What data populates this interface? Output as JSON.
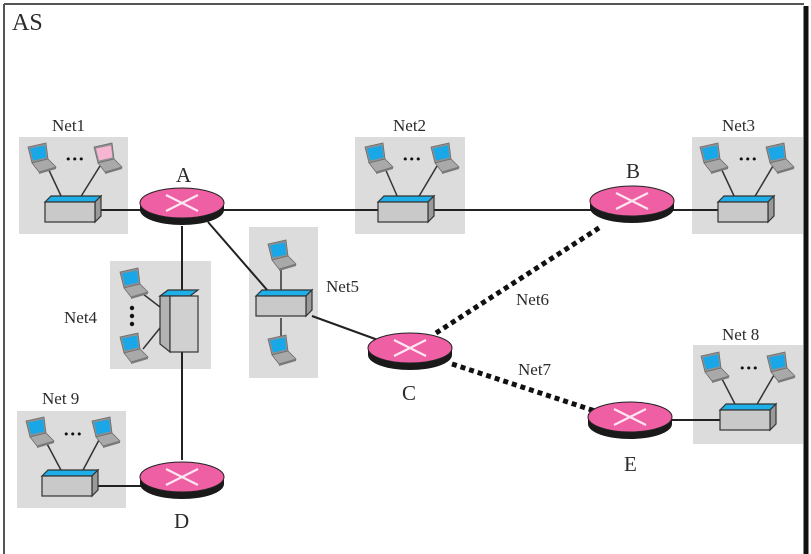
{
  "diagram": {
    "title": "AS",
    "routers": [
      {
        "id": "A",
        "label": "A"
      },
      {
        "id": "B",
        "label": "B"
      },
      {
        "id": "C",
        "label": "C"
      },
      {
        "id": "D",
        "label": "D"
      },
      {
        "id": "E",
        "label": "E"
      }
    ],
    "networks": [
      {
        "id": "net1",
        "label": "Net1",
        "type": "LAN",
        "hosts_shown": 2,
        "ellipsis": "•••"
      },
      {
        "id": "net2",
        "label": "Net2",
        "type": "LAN",
        "hosts_shown": 2,
        "ellipsis": "•••"
      },
      {
        "id": "net3",
        "label": "Net3",
        "type": "LAN",
        "hosts_shown": 2,
        "ellipsis": "•••"
      },
      {
        "id": "net4",
        "label": "Net4",
        "type": "LAN",
        "hosts_shown": 2,
        "ellipsis": "⋮"
      },
      {
        "id": "net5",
        "label": "Net5",
        "type": "LAN",
        "hosts_shown": 2
      },
      {
        "id": "net6",
        "label": "Net6",
        "type": "point-to-point"
      },
      {
        "id": "net7",
        "label": "Net7",
        "type": "point-to-point"
      },
      {
        "id": "net8",
        "label": "Net 8",
        "type": "LAN",
        "hosts_shown": 2,
        "ellipsis": "•••"
      },
      {
        "id": "net9",
        "label": "Net 9",
        "type": "LAN",
        "hosts_shown": 2,
        "ellipsis": "•••"
      }
    ],
    "links": [
      {
        "from": "net1",
        "to": "A",
        "style": "solid"
      },
      {
        "from": "A",
        "to": "net2",
        "style": "solid"
      },
      {
        "from": "net2",
        "to": "B",
        "style": "solid"
      },
      {
        "from": "B",
        "to": "net3",
        "style": "solid"
      },
      {
        "from": "A",
        "to": "net4",
        "style": "solid"
      },
      {
        "from": "net4",
        "to": "D",
        "style": "solid"
      },
      {
        "from": "A",
        "to": "net5",
        "style": "solid"
      },
      {
        "from": "net5",
        "to": "C",
        "style": "solid"
      },
      {
        "from": "C",
        "to": "B",
        "style": "dotted",
        "network": "net6"
      },
      {
        "from": "C",
        "to": "E",
        "style": "dotted",
        "network": "net7"
      },
      {
        "from": "E",
        "to": "net8",
        "style": "solid"
      },
      {
        "from": "net9",
        "to": "D",
        "style": "solid"
      }
    ],
    "colors": {
      "router_top": "#ee5fa3",
      "router_base": "#1a1a1a",
      "router_cross": "#ffe6f2",
      "lan_bg": "#dcdcdc",
      "switch_top": "#1eaee8",
      "switch_body": "#c9c9c9",
      "screen": "#1aa7e8",
      "screen_alt": "#f6b6d3",
      "laptop_body": "#9d9d9d",
      "line": "#222222"
    }
  }
}
